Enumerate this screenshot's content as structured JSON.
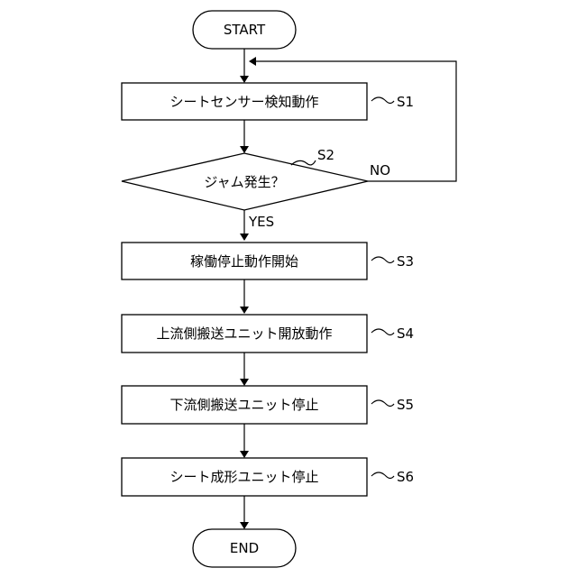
{
  "start": {
    "label": "START"
  },
  "end": {
    "label": "END"
  },
  "steps": [
    {
      "id": "S1",
      "label": "シートセンサー検知動作"
    },
    {
      "id": "S3",
      "label": "稼働停止動作開始"
    },
    {
      "id": "S4",
      "label": "上流側搬送ユニット開放動作"
    },
    {
      "id": "S5",
      "label": "下流側搬送ユニット停止"
    },
    {
      "id": "S6",
      "label": "シート成形ユニット停止"
    }
  ],
  "decision": {
    "id": "S2",
    "label": "ジャム発生？",
    "yes_label": "YES",
    "no_label": "NO"
  }
}
